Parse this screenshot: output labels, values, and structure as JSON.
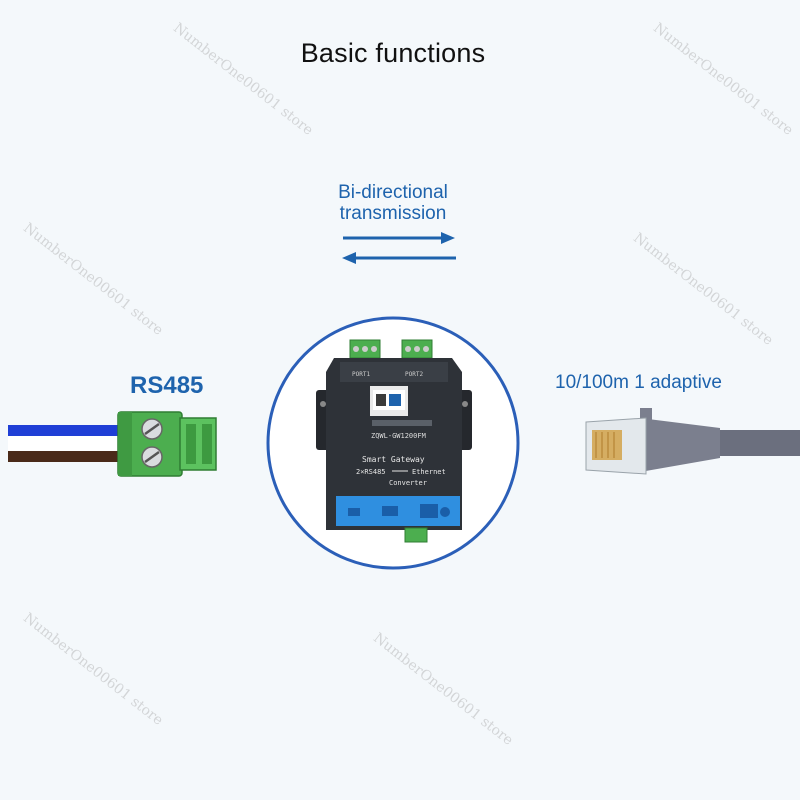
{
  "title": "Basic functions",
  "bidirectional": {
    "line1": "Bi-directional",
    "line2": "transmission"
  },
  "left_label": "RS485",
  "right_label": "10/100m 1 adaptive",
  "device": {
    "name": "Smart Gateway",
    "function_left": "2×RS485",
    "function_right": "Ethernet",
    "function_sub": "Converter",
    "port1": "PORT1",
    "port2": "PORT2",
    "model": "ZQWL-GW1200FM"
  },
  "watermark": "NumberOne00601 store",
  "colors": {
    "accent": "#1e63ad",
    "circle": "#2b5fb8",
    "device_body": "#2e3238",
    "terminal_green": "#4cae4f"
  }
}
